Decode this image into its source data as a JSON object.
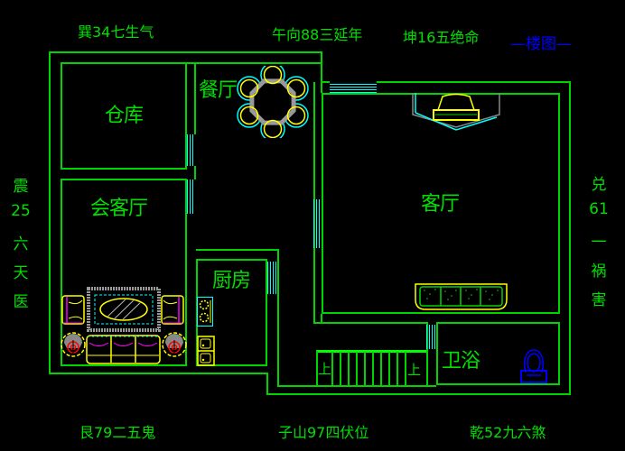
{
  "title": {
    "text": "—楼图—"
  },
  "compass": {
    "top": [
      "巽34七生气",
      "午向88三延年",
      "坤16五绝命"
    ],
    "bottom": [
      "艮79二五鬼",
      "子山97四伏位",
      "乾52九六煞"
    ],
    "left": [
      "震",
      "25",
      "六",
      "天",
      "医"
    ],
    "right": [
      "兑",
      "61",
      "一",
      "祸",
      "害"
    ]
  },
  "rooms": {
    "storage": {
      "label": "仓库"
    },
    "dining": {
      "label": "餐厅"
    },
    "reception": {
      "label": "会客厅"
    },
    "kitchen": {
      "label": "厨房"
    },
    "living": {
      "label": "客厅"
    },
    "bathroom": {
      "label": "卫浴"
    }
  },
  "stairs": {
    "up_left": "上",
    "up_right": "上"
  },
  "colors": {
    "wall": "#00d400",
    "text": "#00e000",
    "win": "#00ffff",
    "furn": "#ffff00",
    "accent": "#ff00ff",
    "fixture": "#0000ff",
    "title": "#0000ff",
    "gray": "#999999"
  }
}
